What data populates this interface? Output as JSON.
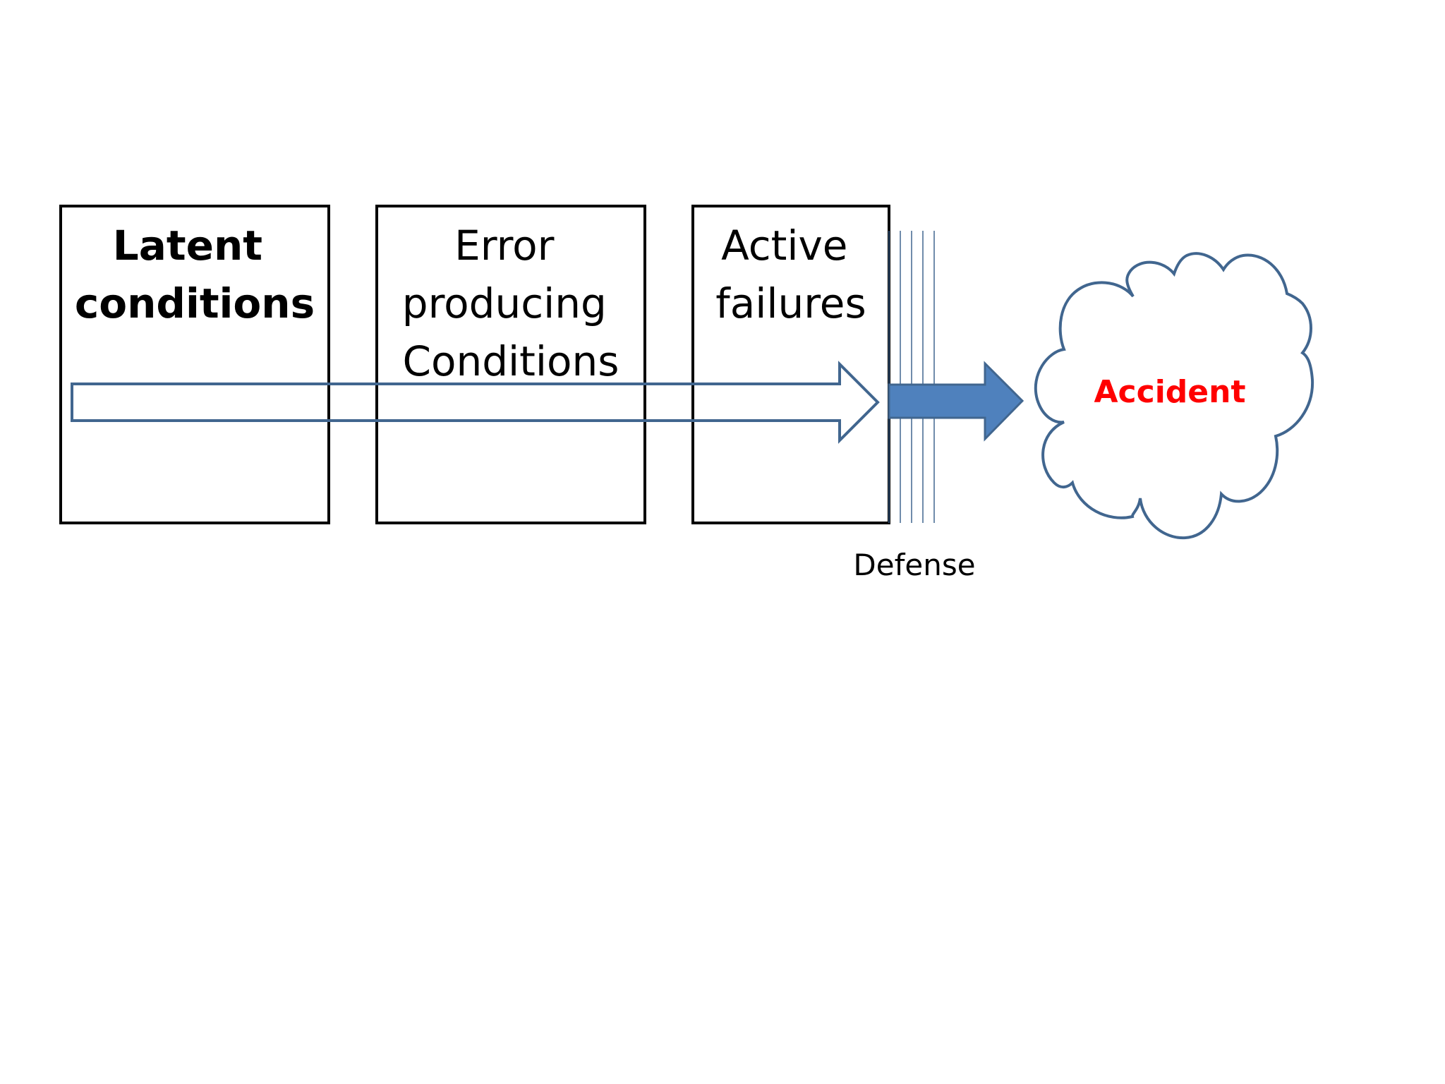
{
  "boxes": [
    {
      "lines": [
        "Latent",
        "conditions"
      ],
      "bold": true
    },
    {
      "lines": [
        "Error",
        "producing",
        "Conditions"
      ],
      "bold": false
    },
    {
      "lines": [
        "Active",
        "failures"
      ],
      "bold": false
    }
  ],
  "defense": {
    "label": "Defense"
  },
  "accident": {
    "label": "Accident"
  },
  "colors": {
    "box_border": "#000000",
    "arrow_stroke": "#41668f",
    "arrow_fill": "#4f81bd",
    "cloud_stroke": "#41668f",
    "accident_text": "#ff0000"
  }
}
